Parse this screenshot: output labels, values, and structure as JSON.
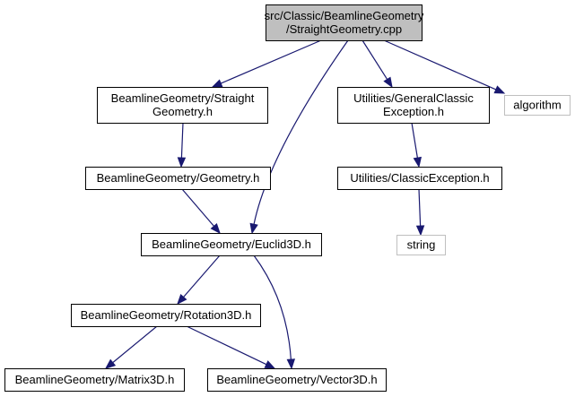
{
  "diagram": {
    "type": "include-dependency-graph",
    "colors": {
      "edge": "#191970",
      "root_fill": "#bfbfbf",
      "node_fill": "#ffffff",
      "node_border": "#000000",
      "external_border": "#bfbfbf"
    },
    "nodes": [
      {
        "id": "root",
        "lines": [
          "src/Classic/BeamlineGeometry",
          "/StraightGeometry.cpp"
        ]
      },
      {
        "id": "straight_geometry_h",
        "lines": [
          "BeamlineGeometry/Straight",
          "Geometry.h"
        ]
      },
      {
        "id": "general_classic_exception_h",
        "lines": [
          "Utilities/GeneralClassic",
          "Exception.h"
        ]
      },
      {
        "id": "algorithm",
        "lines": [
          "algorithm"
        ]
      },
      {
        "id": "geometry_h",
        "lines": [
          "BeamlineGeometry/Geometry.h"
        ]
      },
      {
        "id": "classic_exception_h",
        "lines": [
          "Utilities/ClassicException.h"
        ]
      },
      {
        "id": "string",
        "lines": [
          "string"
        ]
      },
      {
        "id": "euclid3d_h",
        "lines": [
          "BeamlineGeometry/Euclid3D.h"
        ]
      },
      {
        "id": "rotation3d_h",
        "lines": [
          "BeamlineGeometry/Rotation3D.h"
        ]
      },
      {
        "id": "matrix3d_h",
        "lines": [
          "BeamlineGeometry/Matrix3D.h"
        ]
      },
      {
        "id": "vector3d_h",
        "lines": [
          "BeamlineGeometry/Vector3D.h"
        ]
      }
    ],
    "edges": [
      {
        "from": "root",
        "to": "straight_geometry_h"
      },
      {
        "from": "root",
        "to": "euclid3d_h"
      },
      {
        "from": "root",
        "to": "general_classic_exception_h"
      },
      {
        "from": "root",
        "to": "algorithm"
      },
      {
        "from": "straight_geometry_h",
        "to": "geometry_h"
      },
      {
        "from": "geometry_h",
        "to": "euclid3d_h"
      },
      {
        "from": "general_classic_exception_h",
        "to": "classic_exception_h"
      },
      {
        "from": "classic_exception_h",
        "to": "string"
      },
      {
        "from": "euclid3d_h",
        "to": "rotation3d_h"
      },
      {
        "from": "euclid3d_h",
        "to": "vector3d_h"
      },
      {
        "from": "rotation3d_h",
        "to": "matrix3d_h"
      },
      {
        "from": "rotation3d_h",
        "to": "vector3d_h"
      }
    ]
  }
}
